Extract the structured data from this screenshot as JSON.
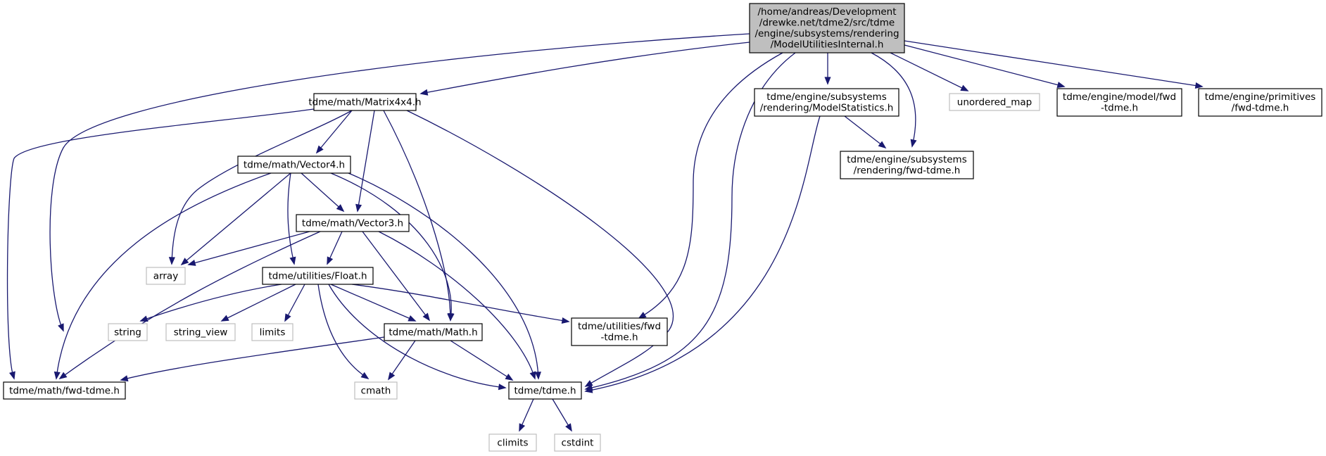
{
  "colors": {
    "edge": "#191970",
    "root_fill": "#bfbfbf",
    "node_stroke": "#000000",
    "std_stroke": "#bfbfbf",
    "text": "#000000"
  },
  "nodes": [
    {
      "id": "root",
      "kind": "root",
      "lines": [
        "/home/andreas/Development",
        "/drewke.net/tdme2/src/tdme",
        "/engine/subsystems/rendering",
        "/ModelUtilitiesInternal.h"
      ]
    },
    {
      "id": "matrix4x4",
      "kind": "header",
      "lines": [
        "tdme/math/Matrix4x4.h"
      ]
    },
    {
      "id": "modelstatistics",
      "kind": "header",
      "lines": [
        "tdme/engine/subsystems",
        "/rendering/ModelStatistics.h"
      ]
    },
    {
      "id": "unordered_map",
      "kind": "std",
      "lines": [
        "unordered_map"
      ]
    },
    {
      "id": "model_fwd",
      "kind": "header",
      "lines": [
        "tdme/engine/model/fwd",
        "-tdme.h"
      ]
    },
    {
      "id": "primitives_fwd",
      "kind": "header",
      "lines": [
        "tdme/engine/primitives",
        "/fwd-tdme.h"
      ]
    },
    {
      "id": "vector4",
      "kind": "header",
      "lines": [
        "tdme/math/Vector4.h"
      ]
    },
    {
      "id": "rendering_fwd",
      "kind": "header",
      "lines": [
        "tdme/engine/subsystems",
        "/rendering/fwd-tdme.h"
      ]
    },
    {
      "id": "vector3",
      "kind": "header",
      "lines": [
        "tdme/math/Vector3.h"
      ]
    },
    {
      "id": "array",
      "kind": "std",
      "lines": [
        "array"
      ]
    },
    {
      "id": "float",
      "kind": "header",
      "lines": [
        "tdme/utilities/Float.h"
      ]
    },
    {
      "id": "string",
      "kind": "std",
      "lines": [
        "string"
      ]
    },
    {
      "id": "string_view",
      "kind": "std",
      "lines": [
        "string_view"
      ]
    },
    {
      "id": "limits",
      "kind": "std",
      "lines": [
        "limits"
      ]
    },
    {
      "id": "math",
      "kind": "header",
      "lines": [
        "tdme/math/Math.h"
      ]
    },
    {
      "id": "utilities_fwd",
      "kind": "header",
      "lines": [
        "tdme/utilities/fwd",
        "-tdme.h"
      ]
    },
    {
      "id": "math_fwd",
      "kind": "header",
      "lines": [
        "tdme/math/fwd-tdme.h"
      ]
    },
    {
      "id": "cmath",
      "kind": "std",
      "lines": [
        "cmath"
      ]
    },
    {
      "id": "tdme",
      "kind": "header",
      "lines": [
        "tdme/tdme.h"
      ]
    },
    {
      "id": "climits",
      "kind": "std",
      "lines": [
        "climits"
      ]
    },
    {
      "id": "cstdint",
      "kind": "std",
      "lines": [
        "cstdint"
      ]
    }
  ],
  "edges": [
    {
      "from": "root",
      "to": "string"
    },
    {
      "from": "root",
      "to": "matrix4x4"
    },
    {
      "from": "root",
      "to": "utilities_fwd"
    },
    {
      "from": "root",
      "to": "tdme"
    },
    {
      "from": "root",
      "to": "modelstatistics"
    },
    {
      "from": "root",
      "to": "rendering_fwd"
    },
    {
      "from": "root",
      "to": "unordered_map"
    },
    {
      "from": "root",
      "to": "model_fwd"
    },
    {
      "from": "root",
      "to": "primitives_fwd"
    },
    {
      "from": "matrix4x4",
      "to": "math_fwd"
    },
    {
      "from": "matrix4x4",
      "to": "array"
    },
    {
      "from": "matrix4x4",
      "to": "vector4"
    },
    {
      "from": "matrix4x4",
      "to": "vector3"
    },
    {
      "from": "matrix4x4",
      "to": "math"
    },
    {
      "from": "matrix4x4",
      "to": "tdme"
    },
    {
      "from": "vector4",
      "to": "math_fwd"
    },
    {
      "from": "vector4",
      "to": "array"
    },
    {
      "from": "vector4",
      "to": "float"
    },
    {
      "from": "vector4",
      "to": "vector3"
    },
    {
      "from": "vector4",
      "to": "math"
    },
    {
      "from": "vector4",
      "to": "tdme"
    },
    {
      "from": "vector3",
      "to": "array"
    },
    {
      "from": "vector3",
      "to": "math_fwd"
    },
    {
      "from": "vector3",
      "to": "float"
    },
    {
      "from": "vector3",
      "to": "math"
    },
    {
      "from": "vector3",
      "to": "tdme"
    },
    {
      "from": "float",
      "to": "string"
    },
    {
      "from": "float",
      "to": "string_view"
    },
    {
      "from": "float",
      "to": "limits"
    },
    {
      "from": "float",
      "to": "cmath"
    },
    {
      "from": "float",
      "to": "math"
    },
    {
      "from": "float",
      "to": "tdme"
    },
    {
      "from": "float",
      "to": "utilities_fwd"
    },
    {
      "from": "math",
      "to": "math_fwd"
    },
    {
      "from": "math",
      "to": "cmath"
    },
    {
      "from": "math",
      "to": "tdme"
    },
    {
      "from": "modelstatistics",
      "to": "rendering_fwd"
    },
    {
      "from": "modelstatistics",
      "to": "tdme"
    },
    {
      "from": "tdme",
      "to": "climits"
    },
    {
      "from": "tdme",
      "to": "cstdint"
    }
  ]
}
